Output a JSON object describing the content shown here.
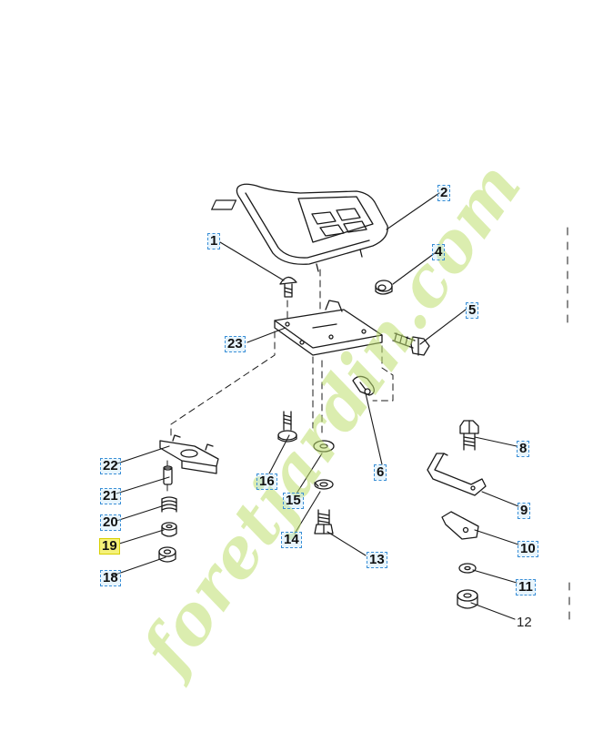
{
  "watermark": "foretjardin.com",
  "colors": {
    "line": "#1a1a1a",
    "label_box_border": "#3b8fd6",
    "label_box_fill": "#d6ecfb",
    "highlight": "#f5f17a",
    "watermark": "#bfde6e"
  },
  "parts": {
    "p1": "1",
    "p2": "2",
    "p4": "4",
    "p5": "5",
    "p6": "6",
    "p8": "8",
    "p9": "9",
    "p10": "10",
    "p11": "11",
    "p12": "12",
    "p13": "13",
    "p14": "14",
    "p15": "15",
    "p16": "16",
    "p18": "18",
    "p19": "19",
    "p20": "20",
    "p21": "21",
    "p22": "22",
    "p23": "23"
  }
}
